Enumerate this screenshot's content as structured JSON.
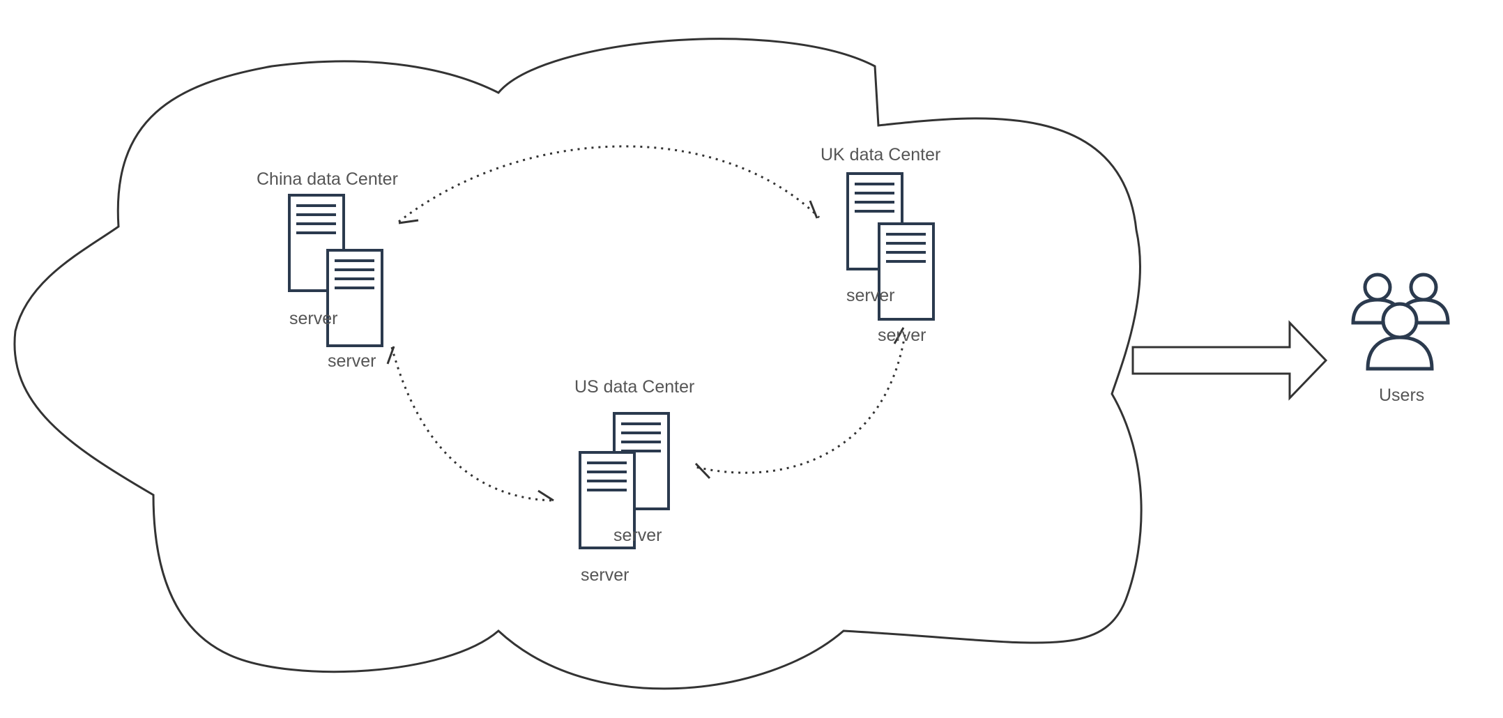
{
  "data_centers": [
    {
      "id": "china",
      "title": "China  data Center",
      "server_labels": [
        "server",
        "server"
      ]
    },
    {
      "id": "uk",
      "title": "UK  data Center",
      "server_labels": [
        "server",
        "server"
      ]
    },
    {
      "id": "us",
      "title": "US  data Center",
      "server_labels": [
        "server",
        "server"
      ]
    }
  ],
  "users": {
    "label": "Users",
    "icon": "users-icon"
  },
  "colors": {
    "ink": "#2b3a4e",
    "cloud_stroke": "#333333",
    "text": "#555555",
    "background": "#ffffff"
  }
}
